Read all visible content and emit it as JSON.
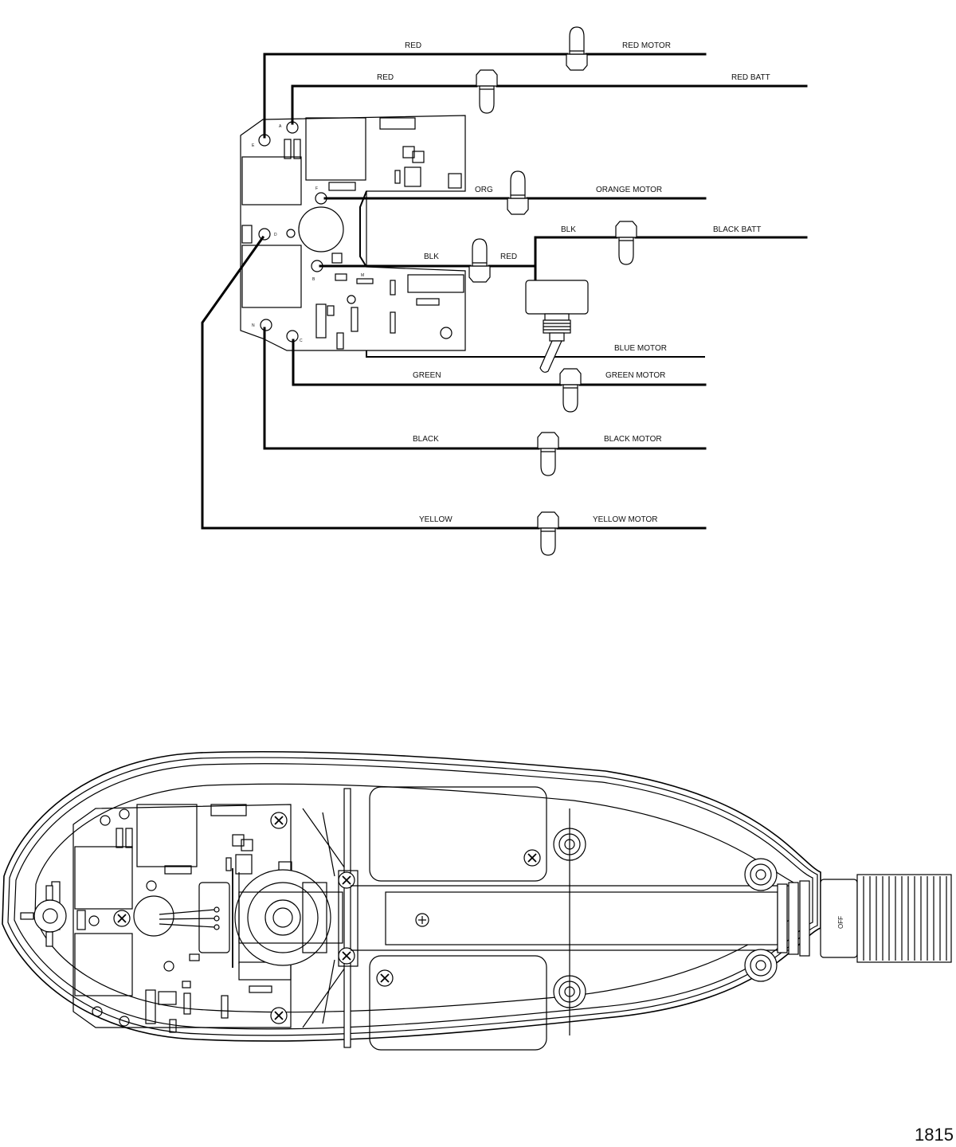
{
  "figure_number": "1815",
  "wire_labels": {
    "red_top": "RED",
    "red_motor": "RED MOTOR",
    "red_mid": "RED",
    "red_batt": "RED BATT",
    "org": "ORG",
    "orange_motor": "ORANGE MOTOR",
    "blk_top": "BLK",
    "black_batt": "BLACK BATT",
    "blk_mid": "BLK",
    "red_switch": "RED",
    "blue_motor": "BLUE MOTOR",
    "green": "GREEN",
    "green_motor": "GREEN MOTOR",
    "black": "BLACK",
    "black_motor": "BLACK MOTOR",
    "yellow": "YELLOW",
    "yellow_motor": "YELLOW MOTOR"
  },
  "board_pins": {
    "a": "A",
    "e": "E",
    "f": "F",
    "d": "D",
    "b": "B",
    "m": "M",
    "n": "N",
    "c": "C"
  },
  "head_label": "OFF"
}
